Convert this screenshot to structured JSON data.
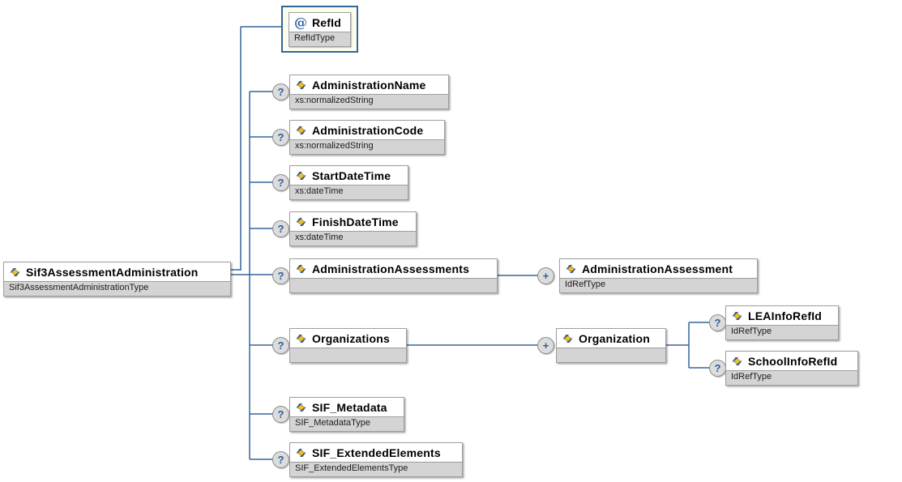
{
  "glyphs": {
    "optional": "?",
    "repeat": "+",
    "attribute": "@"
  },
  "colors": {
    "connector": "#336699",
    "box_border": "#9e9e9e",
    "type_row_bg": "#d4d4d4",
    "attribute_wrap_bg": "#fdfdec",
    "attribute_wrap_border": "#336699",
    "occurrence_circle_bg": "#dcdcdc",
    "occurrence_glyph": "#2b5fa0",
    "element_icon_blue": "#2b5fa0",
    "element_icon_gold": "#f2c12e"
  },
  "nodes": {
    "root": {
      "name": "Sif3AssessmentAdministration",
      "type": "Sif3AssessmentAdministrationType"
    },
    "refid": {
      "name": "RefId",
      "type": "RefIdType"
    },
    "administrationName": {
      "name": "AdministrationName",
      "type": "xs:normalizedString"
    },
    "administrationCode": {
      "name": "AdministrationCode",
      "type": "xs:normalizedString"
    },
    "startDateTime": {
      "name": "StartDateTime",
      "type": "xs:dateTime"
    },
    "finishDateTime": {
      "name": "FinishDateTime",
      "type": "xs:dateTime"
    },
    "administrationAssessments": {
      "name": "AdministrationAssessments",
      "type": ""
    },
    "administrationAssessment": {
      "name": "AdministrationAssessment",
      "type": "IdRefType"
    },
    "organizations": {
      "name": "Organizations",
      "type": ""
    },
    "organization": {
      "name": "Organization",
      "type": ""
    },
    "leaInfoRefId": {
      "name": "LEAInfoRefId",
      "type": "IdRefType"
    },
    "schoolInfoRefId": {
      "name": "SchoolInfoRefId",
      "type": "IdRefType"
    },
    "sifMetadata": {
      "name": "SIF_Metadata",
      "type": "SIF_MetadataType"
    },
    "sifExtendedElements": {
      "name": "SIF_ExtendedElements",
      "type": "SIF_ExtendedElementsType"
    }
  }
}
